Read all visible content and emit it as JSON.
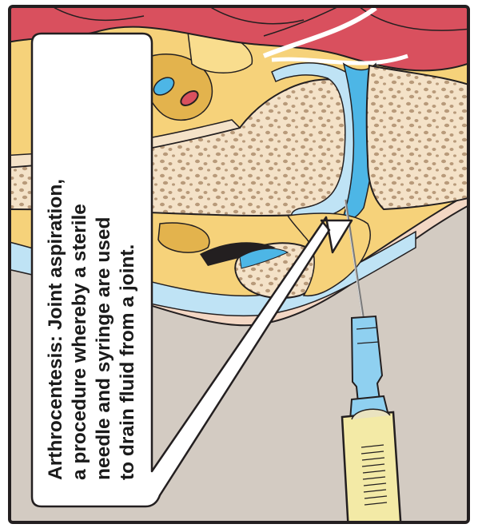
{
  "caption": {
    "lines": [
      "Arthrocentesis: Joint aspiration,",
      "a procedure whereby a sterile",
      "needle and syringe are used",
      "to drain fluid from a joint."
    ]
  },
  "colors": {
    "border": "#231f20",
    "muscle": "#d9505e",
    "fat": "#f6d27a",
    "fat_dark": "#e3b34d",
    "skin": "#f3d7c4",
    "bone": "#f4e2c8",
    "bone_spots": "#b89a7a",
    "synovial_fluid": "#4db6e6",
    "cartilage": "#bfe3f5",
    "background": "#d3cbc2",
    "needle_hub": "#8fd0f0",
    "syringe_barrel": "#f3eaa6"
  }
}
